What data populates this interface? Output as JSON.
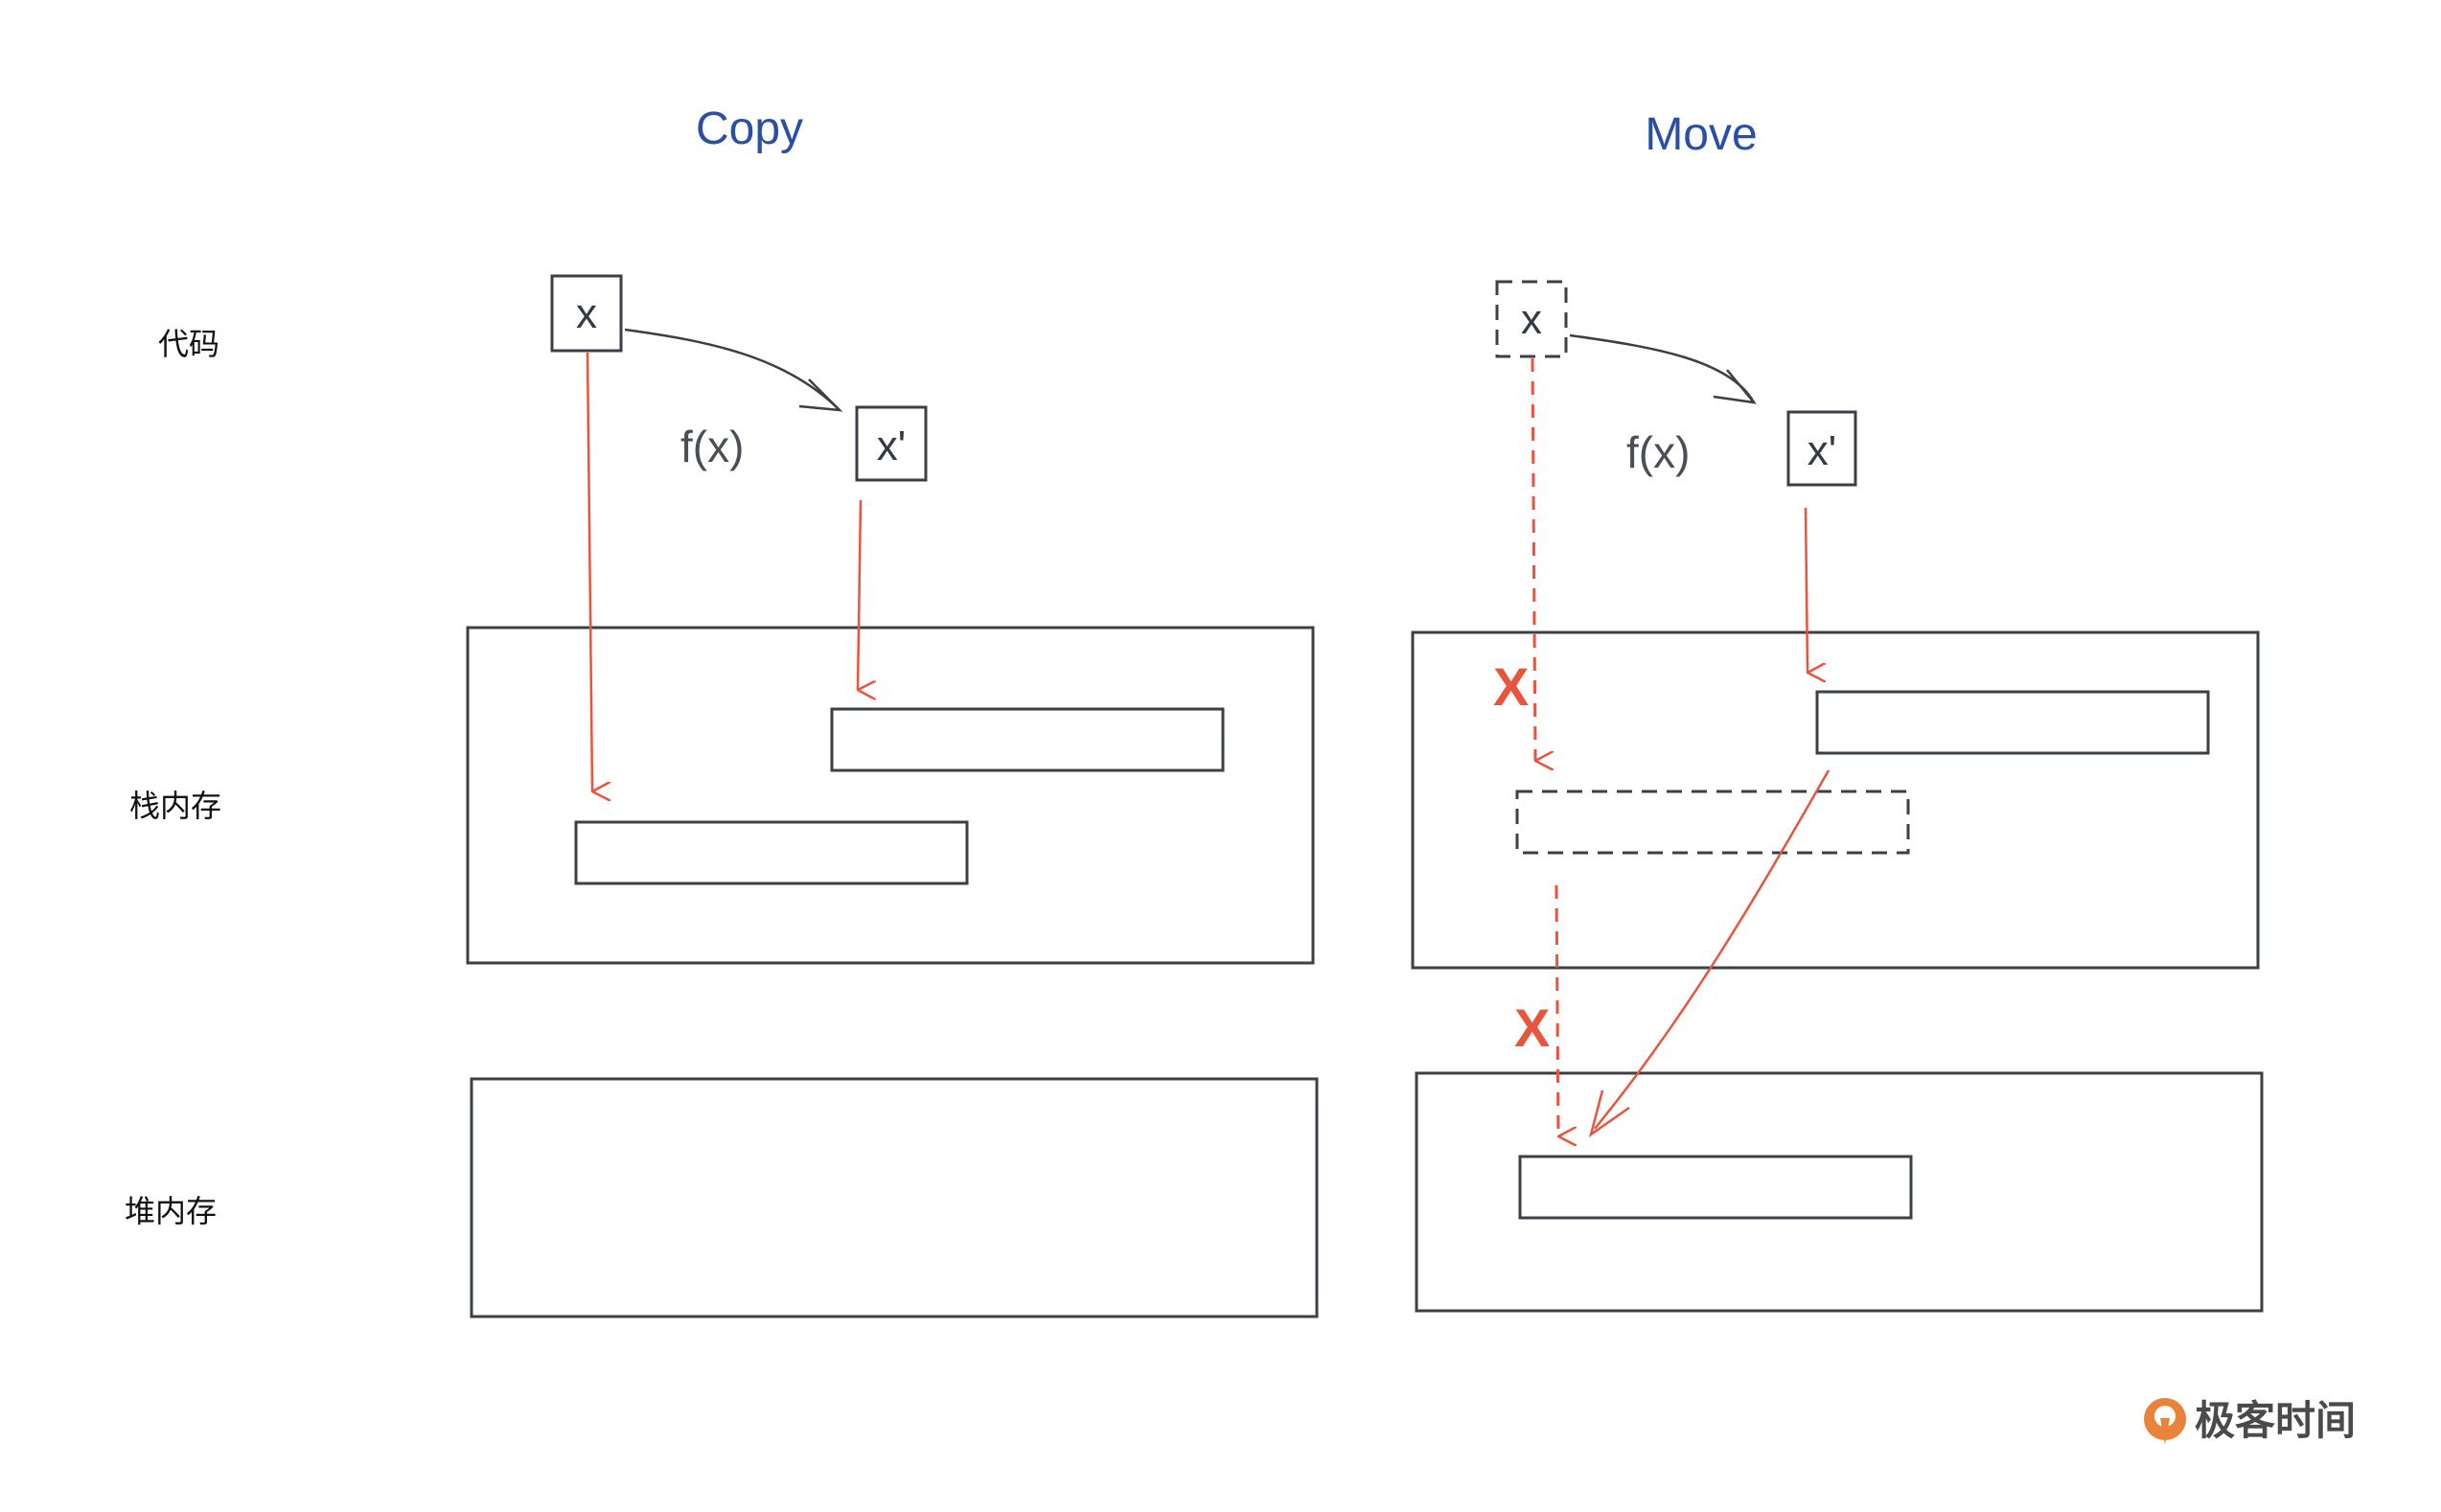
{
  "titles": {
    "copy": "Copy",
    "move": "Move"
  },
  "row_labels": {
    "code": "代码",
    "stack": "栈内存",
    "heap": "堆内存"
  },
  "copy_panel": {
    "var_x": "x",
    "var_x_prime": "x'",
    "func_call": "f(x)"
  },
  "move_panel": {
    "var_x": "x",
    "var_x_prime": "x'",
    "func_call": "f(x)",
    "invalid_mark_stack": "X",
    "invalid_mark_heap": "X"
  },
  "brand": {
    "name": "极客时间"
  },
  "colors": {
    "title_blue": "#2a4fa6",
    "arrow_red": "#e8543c",
    "outline_dark": "#3b3f46",
    "brand_orange": "#e8843a"
  }
}
